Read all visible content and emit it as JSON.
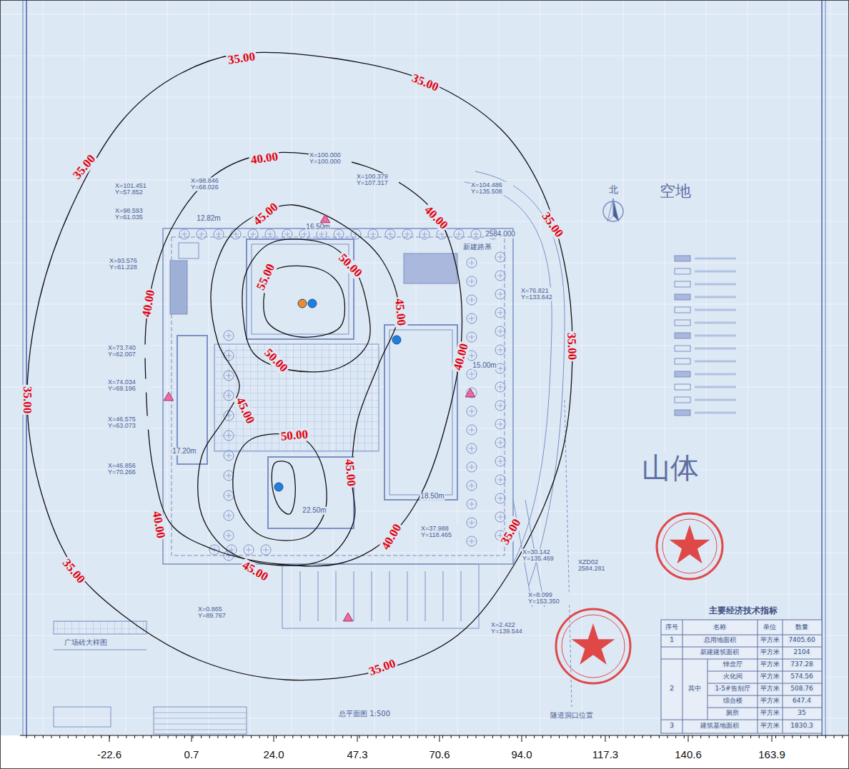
{
  "diagram": {
    "labels": [
      "35.00",
      "35.00",
      "35.00",
      "35.00",
      "35.00",
      "35.00",
      "35.00",
      "35.00",
      "35.00",
      "40.00",
      "40.00",
      "40.00",
      "40.00",
      "40.00",
      "40.00",
      "45.00",
      "45.00",
      "45.00",
      "45.00",
      "45.00",
      "50.00",
      "50.00",
      "50.00",
      "55.00",
      "-22.6",
      "0.7",
      "24.0",
      "47.3",
      "70.6",
      "94.0",
      "117.3",
      "140.6",
      "163.9",
      "空地",
      "山体",
      "总平面图 1:500",
      "主要经济技术指标",
      "序号",
      "名称",
      "单位",
      "数量",
      "1",
      "总用地面积",
      "平方米",
      "7405.60",
      "新建建筑面积",
      "平方米",
      "2104",
      "2",
      "其中",
      "悼念厅",
      "平方米",
      "737.28",
      "火化间",
      "平方米",
      "574.56",
      "1-5#告别厅",
      "平方米",
      "508.76",
      "综合楼",
      "平方米",
      "647.4",
      "厕所",
      "平方米",
      "35",
      "3",
      "建筑基地面积",
      "平方米",
      "1830.3",
      "隧道洞口位置",
      "广场砖大样图",
      "新建路基",
      "X=101.451 Y=57.852",
      "X=98.593 Y=61.035",
      "X=93.576 Y=61.228",
      "X=73.740 Y=62.007",
      "X=74.034 Y=69.196",
      "X=46.575 Y=63.073",
      "X=46.856 Y=70.266",
      "X=98.846 Y=68.026",
      "X=100.000 Y=100.000",
      "X=100.379 Y=107.317",
      "X=104.486 Y=135.508",
      "X=76.821 Y=133.642",
      "X=30.142 Y=135.469",
      "X=8.099 Y=153.350",
      "X=2.422 Y=139.544",
      "X=37.988 Y=118.465",
      "X=0.865 Y=89.767",
      "12.82m",
      "16.50m",
      "15.00m",
      "22.50m",
      "17.20m",
      "18.50m",
      "XZD02 2584.281",
      "2584.000",
      "北"
    ]
  }
}
